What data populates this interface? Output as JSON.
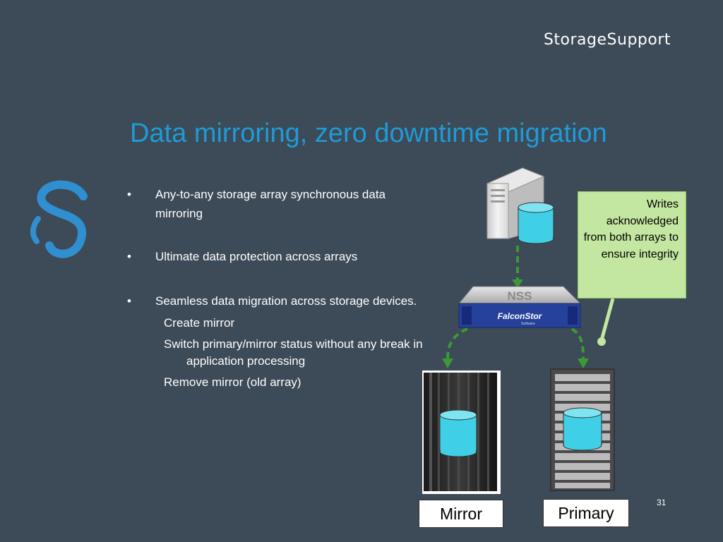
{
  "brand": "StorageSupport",
  "title": "Data mirroring, zero downtime migration",
  "bullet_glyph": "•",
  "bullets": [
    "Any-to-any storage array synchronous data mirroring",
    "Ultimate data protection across arrays",
    "Seamless data migration across storage devices."
  ],
  "sub_items": [
    "Create mirror",
    "Switch primary/mirror status without any break in application processing",
    "Remove mirror (old array)"
  ],
  "callout": "Writes acknowledged from both arrays to ensure integrity",
  "appliance": {
    "top_label": "NSS",
    "brand_label": "FalconStor",
    "brand_sub": "Software"
  },
  "labels": {
    "mirror": "Mirror",
    "primary": "Primary"
  },
  "page_number": "31",
  "colors": {
    "background": "#3d4a57",
    "title": "#1e9bd7",
    "callout": "#c3e6a0",
    "arrow": "#3c9a35",
    "disk": "#3fd0e8"
  }
}
